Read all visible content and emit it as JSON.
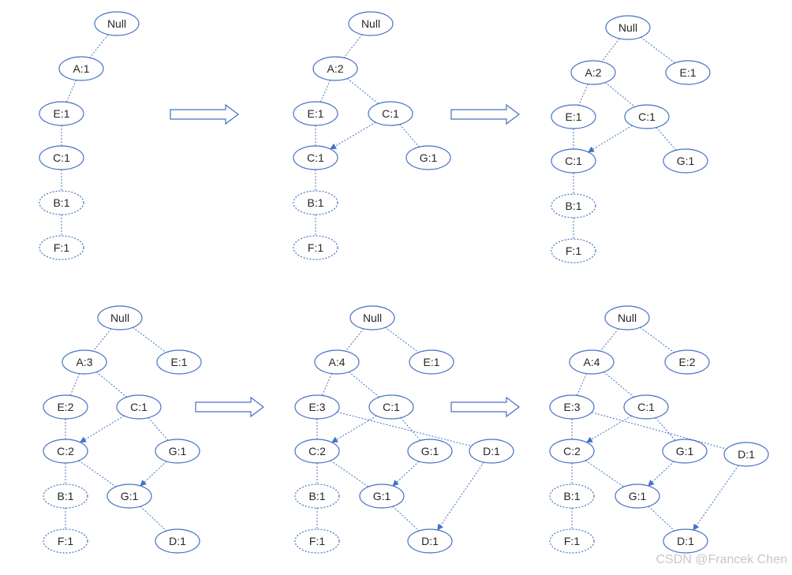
{
  "colors": {
    "stroke": "#4472c4",
    "text": "#262626",
    "watermark": "#c8c8c8"
  },
  "watermark": "CSDN @Francek Chen",
  "stages": [
    {
      "nodes": [
        {
          "id": "null",
          "label": "Null"
        },
        {
          "id": "a",
          "label": "A:1"
        },
        {
          "id": "e",
          "label": "E:1"
        },
        {
          "id": "c",
          "label": "C:1"
        },
        {
          "id": "b",
          "label": "B:1",
          "dashed": true
        },
        {
          "id": "f",
          "label": "F:1",
          "dashed": true
        }
      ],
      "edges": [
        [
          "null",
          "a"
        ],
        [
          "a",
          "e"
        ],
        [
          "e",
          "c"
        ],
        [
          "c",
          "b"
        ],
        [
          "b",
          "f"
        ]
      ],
      "links": []
    },
    {
      "nodes": [
        {
          "id": "null",
          "label": "Null"
        },
        {
          "id": "a",
          "label": "A:2"
        },
        {
          "id": "e",
          "label": "E:1"
        },
        {
          "id": "c2",
          "label": "C:1"
        },
        {
          "id": "c",
          "label": "C:1"
        },
        {
          "id": "g",
          "label": "G:1"
        },
        {
          "id": "b",
          "label": "B:1",
          "dashed": true
        },
        {
          "id": "f",
          "label": "F:1",
          "dashed": true
        }
      ],
      "edges": [
        [
          "null",
          "a"
        ],
        [
          "a",
          "e"
        ],
        [
          "a",
          "c2"
        ],
        [
          "e",
          "c"
        ],
        [
          "c2",
          "g"
        ],
        [
          "c",
          "b"
        ],
        [
          "b",
          "f"
        ]
      ],
      "links": [
        [
          "c2",
          "c"
        ]
      ]
    },
    {
      "nodes": [
        {
          "id": "null",
          "label": "Null"
        },
        {
          "id": "a",
          "label": "A:2"
        },
        {
          "id": "e2",
          "label": "E:1"
        },
        {
          "id": "e",
          "label": "E:1"
        },
        {
          "id": "c2",
          "label": "C:1"
        },
        {
          "id": "c",
          "label": "C:1"
        },
        {
          "id": "g",
          "label": "G:1"
        },
        {
          "id": "b",
          "label": "B:1",
          "dashed": true
        },
        {
          "id": "f",
          "label": "F:1",
          "dashed": true
        }
      ],
      "edges": [
        [
          "null",
          "a"
        ],
        [
          "null",
          "e2"
        ],
        [
          "a",
          "e"
        ],
        [
          "a",
          "c2"
        ],
        [
          "e",
          "c"
        ],
        [
          "c2",
          "g"
        ],
        [
          "c",
          "b"
        ],
        [
          "b",
          "f"
        ]
      ],
      "links": [
        [
          "c2",
          "c"
        ]
      ]
    },
    {
      "nodes": [
        {
          "id": "null",
          "label": "Null"
        },
        {
          "id": "a",
          "label": "A:3"
        },
        {
          "id": "e2",
          "label": "E:1"
        },
        {
          "id": "e",
          "label": "E:2"
        },
        {
          "id": "c2",
          "label": "C:1"
        },
        {
          "id": "c",
          "label": "C:2"
        },
        {
          "id": "g",
          "label": "G:1"
        },
        {
          "id": "b",
          "label": "B:1",
          "dashed": true
        },
        {
          "id": "g2",
          "label": "G:1"
        },
        {
          "id": "f",
          "label": "F:1",
          "dashed": true
        },
        {
          "id": "d",
          "label": "D:1"
        }
      ],
      "edges": [
        [
          "null",
          "a"
        ],
        [
          "null",
          "e2"
        ],
        [
          "a",
          "e"
        ],
        [
          "a",
          "c2"
        ],
        [
          "e",
          "c"
        ],
        [
          "c2",
          "g"
        ],
        [
          "c",
          "b"
        ],
        [
          "c",
          "g2"
        ],
        [
          "b",
          "f"
        ],
        [
          "g2",
          "d"
        ]
      ],
      "links": [
        [
          "c2",
          "c"
        ],
        [
          "g",
          "g2"
        ]
      ]
    },
    {
      "nodes": [
        {
          "id": "null",
          "label": "Null"
        },
        {
          "id": "a",
          "label": "A:4"
        },
        {
          "id": "e2",
          "label": "E:1"
        },
        {
          "id": "e",
          "label": "E:3"
        },
        {
          "id": "c2",
          "label": "C:1"
        },
        {
          "id": "c",
          "label": "C:2"
        },
        {
          "id": "g",
          "label": "G:1"
        },
        {
          "id": "d2",
          "label": "D:1"
        },
        {
          "id": "b",
          "label": "B:1",
          "dashed": true
        },
        {
          "id": "g2",
          "label": "G:1"
        },
        {
          "id": "f",
          "label": "F:1",
          "dashed": true
        },
        {
          "id": "d",
          "label": "D:1"
        }
      ],
      "edges": [
        [
          "null",
          "a"
        ],
        [
          "null",
          "e2"
        ],
        [
          "a",
          "e"
        ],
        [
          "a",
          "c2"
        ],
        [
          "e",
          "c"
        ],
        [
          "e",
          "d2"
        ],
        [
          "c2",
          "g"
        ],
        [
          "c",
          "b"
        ],
        [
          "c",
          "g2"
        ],
        [
          "b",
          "f"
        ],
        [
          "g2",
          "d"
        ]
      ],
      "links": [
        [
          "c2",
          "c"
        ],
        [
          "g",
          "g2"
        ],
        [
          "d2",
          "d"
        ]
      ]
    },
    {
      "nodes": [
        {
          "id": "null",
          "label": "Null"
        },
        {
          "id": "a",
          "label": "A:4"
        },
        {
          "id": "e2",
          "label": "E:2"
        },
        {
          "id": "e",
          "label": "E:3"
        },
        {
          "id": "c2",
          "label": "C:1"
        },
        {
          "id": "c",
          "label": "C:2"
        },
        {
          "id": "g",
          "label": "G:1"
        },
        {
          "id": "d2",
          "label": "D:1"
        },
        {
          "id": "b",
          "label": "B:1",
          "dashed": true
        },
        {
          "id": "g2",
          "label": "G:1"
        },
        {
          "id": "f",
          "label": "F:1",
          "dashed": true
        },
        {
          "id": "d",
          "label": "D:1"
        }
      ],
      "edges": [
        [
          "null",
          "a"
        ],
        [
          "null",
          "e2"
        ],
        [
          "a",
          "e"
        ],
        [
          "a",
          "c2"
        ],
        [
          "e",
          "c"
        ],
        [
          "e",
          "d2"
        ],
        [
          "c2",
          "g"
        ],
        [
          "c",
          "b"
        ],
        [
          "c",
          "g2"
        ],
        [
          "b",
          "f"
        ],
        [
          "g2",
          "d"
        ]
      ],
      "links": [
        [
          "c2",
          "c"
        ],
        [
          "g",
          "g2"
        ],
        [
          "d2",
          "d"
        ]
      ]
    }
  ],
  "arrows": [
    {},
    {},
    {},
    {}
  ]
}
